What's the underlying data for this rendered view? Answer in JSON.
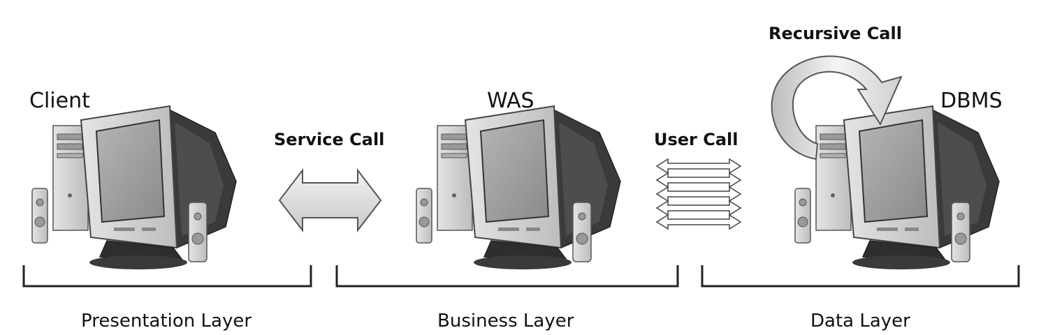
{
  "nodes": {
    "client": {
      "label": "Client"
    },
    "was": {
      "label": "WAS"
    },
    "dbms": {
      "label": "DBMS"
    }
  },
  "calls": {
    "service": {
      "label": "Service Call"
    },
    "user": {
      "label": "User Call"
    },
    "recursive": {
      "label": "Recursive Call"
    }
  },
  "layers": {
    "presentation": {
      "label": "Presentation Layer"
    },
    "business": {
      "label": "Business Layer"
    },
    "data": {
      "label": "Data Layer"
    }
  }
}
